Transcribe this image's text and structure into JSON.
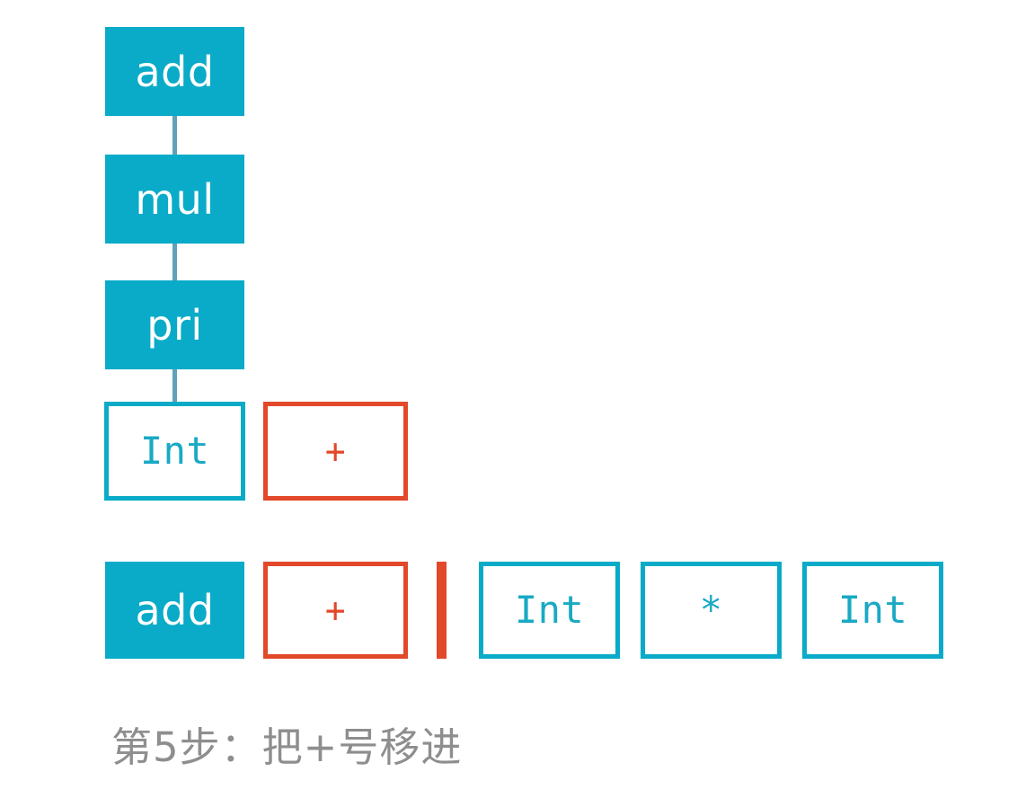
{
  "diagram": {
    "title_caption": "第5步：把+号移进",
    "colors": {
      "fill_cyan": "#09abc8",
      "outline_cyan": "#09abc8",
      "orange": "#e2482a",
      "connector": "#5fa2b9",
      "caption_gray": "#8e8e8e",
      "background": "#ffffff"
    },
    "parse_tree": {
      "nodes": [
        {
          "label": "add",
          "kind": "nonterminal"
        },
        {
          "label": "mul",
          "kind": "nonterminal"
        },
        {
          "label": "pri",
          "kind": "nonterminal"
        },
        {
          "label": "Int",
          "kind": "terminal"
        }
      ],
      "pending_token": {
        "label": "+",
        "kind": "token"
      }
    },
    "token_stream": {
      "consumed": [
        {
          "label": "add",
          "kind": "nonterminal"
        },
        {
          "label": "+",
          "kind": "token"
        }
      ],
      "cursor": "|",
      "remaining": [
        {
          "label": "Int",
          "kind": "terminal"
        },
        {
          "label": "*",
          "kind": "terminal"
        },
        {
          "label": "Int",
          "kind": "terminal"
        }
      ]
    }
  }
}
